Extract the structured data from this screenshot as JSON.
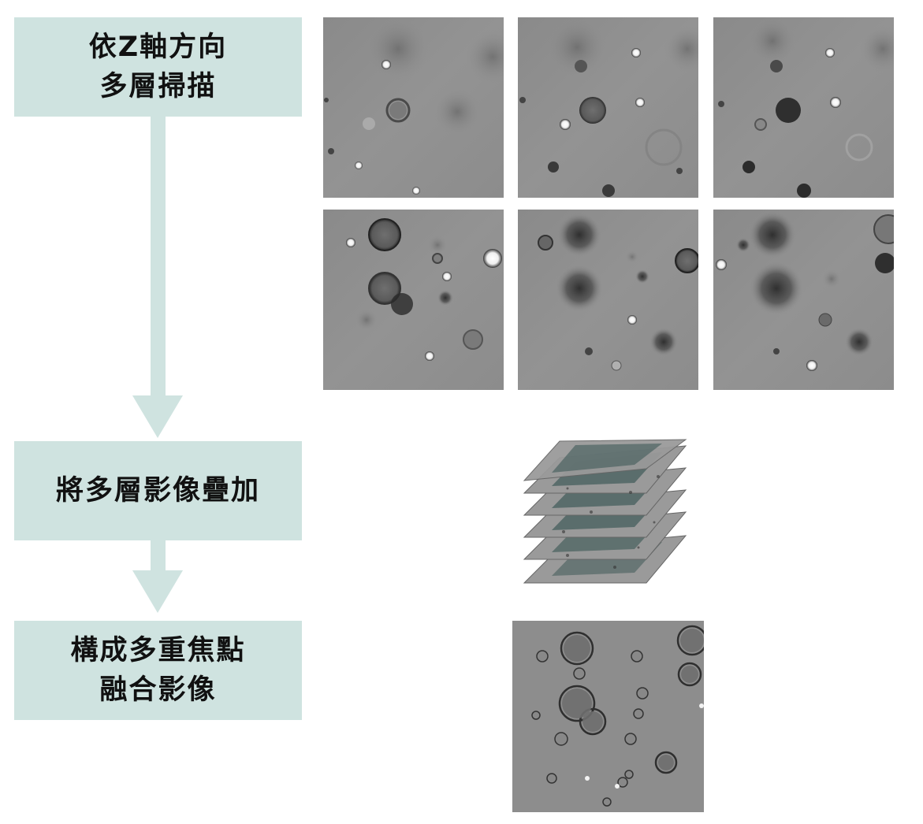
{
  "steps": [
    {
      "id": "scan",
      "lines": [
        "依Z軸方向",
        "多層掃描"
      ]
    },
    {
      "id": "stack",
      "lines": [
        "將多層影像疊加"
      ]
    },
    {
      "id": "fuse",
      "lines": [
        "構成多重焦點",
        "融合影像"
      ]
    }
  ],
  "colors": {
    "box_fill": "#cfe3e0",
    "arrow": "#cfe3e0",
    "text": "#111111",
    "micro_bg": "#8f8f8f",
    "stack_dark": "#3f5a58"
  },
  "images": {
    "scan_slices": [
      "z-slice-1",
      "z-slice-2",
      "z-slice-3",
      "z-slice-4",
      "z-slice-5",
      "z-slice-6"
    ],
    "stack_layer_count": 6,
    "fused_image": "multi-focus-fused-image"
  }
}
